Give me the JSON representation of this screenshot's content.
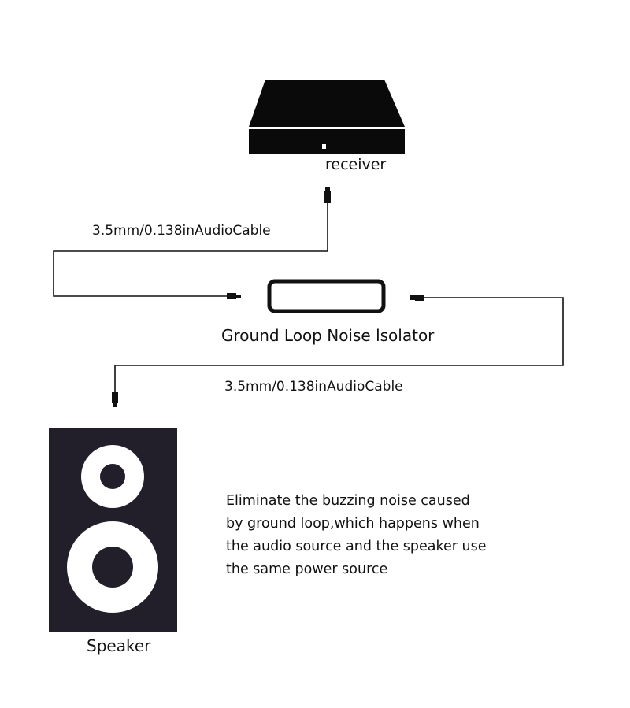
{
  "receiver": {
    "label": "receiver",
    "color": "#0a0a0a"
  },
  "isolator": {
    "label": "Ground Loop Noise lsolator"
  },
  "cables": {
    "top_label": "3.5mm/0.138inAudioCable",
    "bottom_label": "3.5mm/0.138inAudioCable"
  },
  "speaker": {
    "label": "Speaker",
    "color": "#221f2b",
    "cone_color": "#ffffff"
  },
  "description": {
    "lines": [
      "Eliminate the buzzing noise caused",
      "by ground loop,which happens when",
      "the audio source and the speaker use",
      "the same power source"
    ]
  }
}
